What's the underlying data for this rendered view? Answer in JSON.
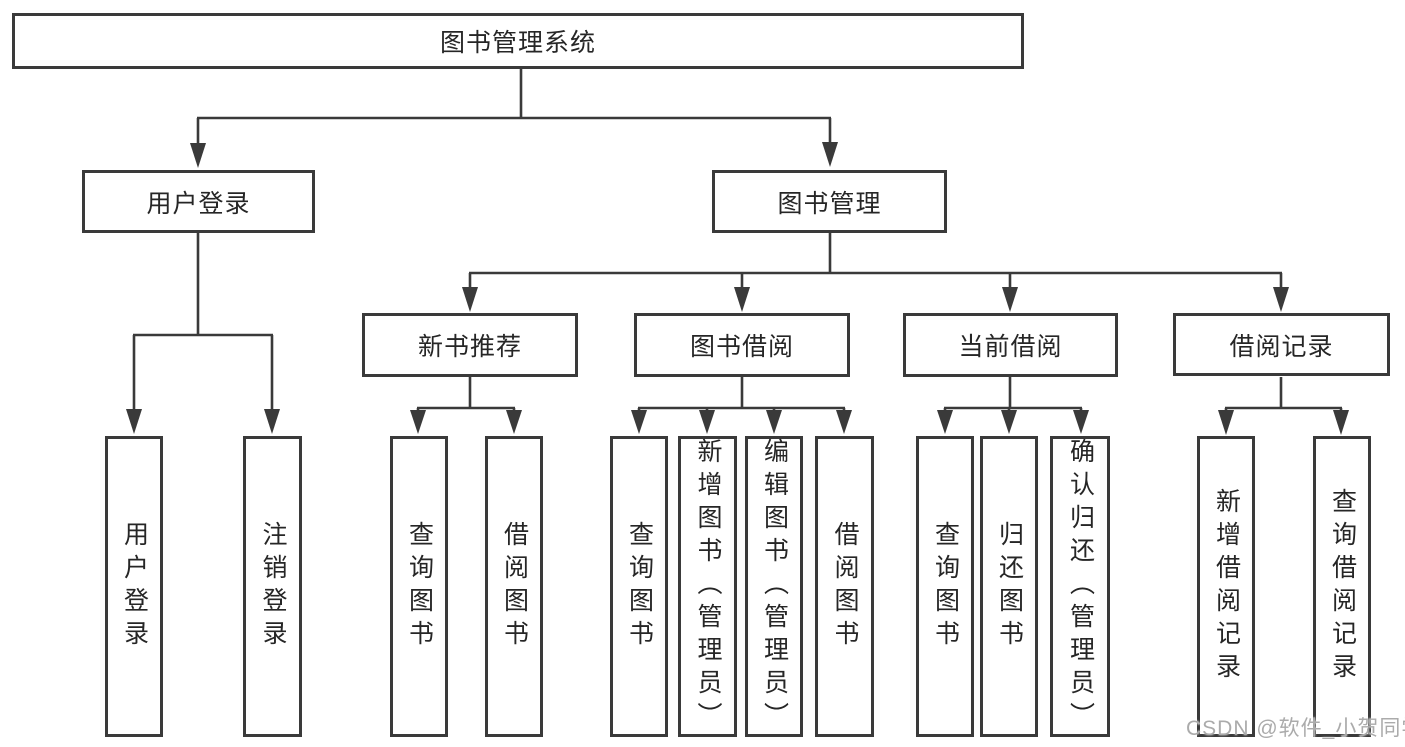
{
  "diagram": {
    "root": {
      "label": "图书管理系统"
    },
    "level2": [
      {
        "label": "用户登录"
      },
      {
        "label": "图书管理"
      }
    ],
    "level3": [
      {
        "label": "新书推荐"
      },
      {
        "label": "图书借阅"
      },
      {
        "label": "当前借阅"
      },
      {
        "label": "借阅记录"
      }
    ],
    "leaves": {
      "user_login": [
        "用户登录",
        "注销登录"
      ],
      "new_book": [
        "查询图书",
        "借阅图书"
      ],
      "book_borrow": [
        "查询图书",
        "新增图书（管理员）",
        "编辑图书（管理员）",
        "借阅图书"
      ],
      "current_borrow": [
        "查询图书",
        "归还图书",
        "确认归还（管理员）"
      ],
      "records": [
        "新增借阅记录",
        "查询借阅记录"
      ]
    }
  },
  "watermark": {
    "text": "CSDN @软件_小贺同学",
    "color": "#ababab"
  },
  "colors": {
    "line": "#3a3a3a",
    "text": "#262626",
    "background": "#ffffff"
  }
}
